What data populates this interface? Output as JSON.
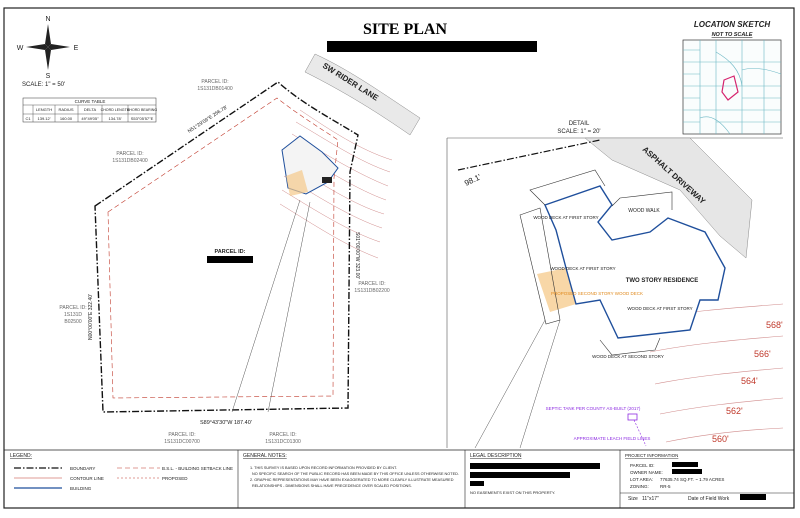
{
  "title": "SITE PLAN",
  "compass": {
    "n": "N",
    "s": "S",
    "e": "E",
    "w": "W"
  },
  "scale": "SCALE: 1\" = 50'",
  "location_sketch": {
    "title": "LOCATION SKETCH",
    "subtitle": "NOT TO SCALE"
  },
  "curve_table": {
    "title": "CURVE TABLE",
    "headers": [
      "",
      "LENGTH",
      "RADIUS",
      "DELTA",
      "CHORD LENGTH",
      "CHORD BEARING"
    ],
    "rows": [
      [
        "C1",
        "139.12'",
        "160.00",
        "49°49'05\"",
        "134.78'",
        "S53°05'57\"E"
      ]
    ]
  },
  "road": "SW RIDER LANE",
  "parcels": {
    "north": {
      "label": "PARCEL ID:",
      "value": "1S131DB01400"
    },
    "northwest": {
      "label": "PARCEL ID:",
      "value": "1S131DB02400"
    },
    "west": {
      "label": "PARCEL ID:",
      "value": "1S131D",
      "value2": "B02500"
    },
    "east": {
      "label": "PARCEL ID:",
      "value": "1S131DB02200"
    },
    "south1": {
      "label": "PARCEL ID:",
      "value": "1S131DC00700"
    },
    "south2": {
      "label": "PARCEL ID:",
      "value": "1S131DC01300"
    },
    "subject": {
      "label": "PARCEL ID:"
    }
  },
  "bearings": {
    "north": "N51°29'09\"E 256.78'",
    "east": "S01°00'00\"W 323.00'",
    "west": "N00°00'00\"E 322.40'",
    "south": "S89°43'30\"W 187.40'"
  },
  "detail": {
    "label": "DETAIL",
    "scale": "SCALE: 1\" = 20'",
    "driveway": "ASPHALT DRIVEWAY",
    "residence": "TWO STORY RESIDENCE",
    "wood_walk": "WOOD WALK",
    "deck_first": "WOOD DECK AT FIRST STORY",
    "deck_first2": "WOOD DECK AT FIRST STORY",
    "deck_first3": "WOOD DECK AT FIRST STORY",
    "deck_second": "WOOD DECK AT SECOND STORY",
    "proposed": "PROPOSED SECOND STORY WOOD DECK",
    "septic": "SEPTIC TANK PER COUNTY AS-BUILT (2017)",
    "leach": "APPROXIMATE LEACH FIELD LINES",
    "dist": "98.1'",
    "contours": [
      "568'",
      "566'",
      "564'",
      "562'",
      "560'"
    ]
  },
  "legend": {
    "title": "LEGEND:",
    "items": [
      "BOUNDARY",
      "CONTOUR LINE",
      "BUILDING",
      "B.S.L. - BUILDING SETBACK LINE",
      "PROPOSED"
    ]
  },
  "general_notes": {
    "title": "GENERAL NOTES:",
    "notes": [
      "1. THIS SURVEY IS BASED UPON RECORD INFORMATION PROVIDED BY CLIENT.",
      "NO SPECIFIC SEARCH OF THE PUBLIC RECORD HAS BEEN MADE BY THIS OFFICE UNLESS OTHERWISE NOTED.",
      "2. GRAPHIC REPRESENTATIONS MAY HAVE BEEN EXAGGERATED TO MORE CLEARLY ILLUSTRATE MEASURED",
      "RELATIONSHIPS - DIMENSIONS SHALL HAVE PRECEDENCE OVER SCALED POSITIONS."
    ]
  },
  "legal": {
    "title": "LEGAL DESCRIPTION",
    "note": "NO EASEMENTS EXIST ON THIS PROPERTY."
  },
  "project": {
    "title": "PROJECT INFORMATION",
    "parcel_id": "PARCEL ID:",
    "owner": "OWNER NAME:",
    "lot_area_label": "LOT AREA:",
    "lot_area": "77635.74 SQ.FT. ~ 1.79 ACRES",
    "zoning_label": "ZONING:",
    "zoning": "RR-5",
    "size_label": "Size",
    "size": "11\"x17\"",
    "date_label": "Date of Field Work"
  }
}
